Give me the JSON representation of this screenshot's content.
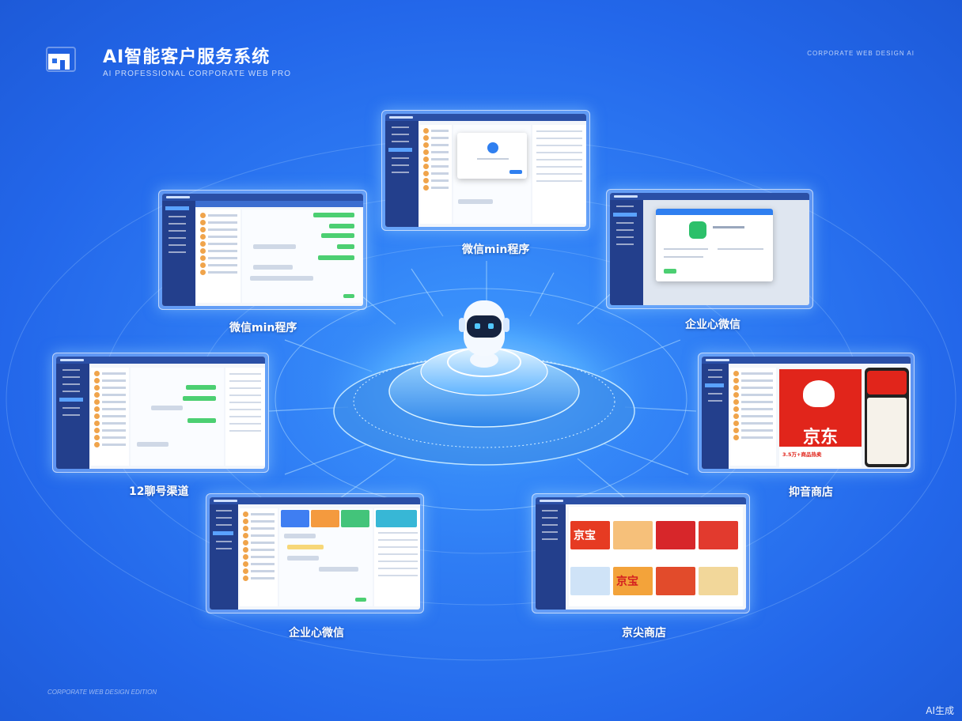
{
  "header": {
    "title": "AI智能客户服务系统",
    "subtitle": "AI PROFESSIONAL CORPORATE WEB PRO",
    "top_right": "CORPORATE WEB DESIGN AI"
  },
  "footer": {
    "bottom_left": "CORPORATE WEB DESIGN EDITION",
    "ai_badge": "AI生成"
  },
  "channels": {
    "top": "微信min程序",
    "upper_left": "微信min程序",
    "upper_right": "企业心微信",
    "mid_left": "12聊号渠道",
    "mid_right": "抑音商店",
    "lower_left": "企业心微信",
    "lower_right": "京尖商店"
  },
  "panel_text": {
    "jd_logo": "京东",
    "jd_banner": "3.5万+商品热卖",
    "shop_tile_1": "京宝",
    "shop_tile_2": "京宝"
  },
  "colors": {
    "background": "#2a72ee",
    "screen_nav": "#233f8c",
    "accent_green": "#4ccf72",
    "jd_red": "#e1251b"
  },
  "icons": {
    "logo": "app-window-logo-icon",
    "center": "ai-robot-icon"
  }
}
